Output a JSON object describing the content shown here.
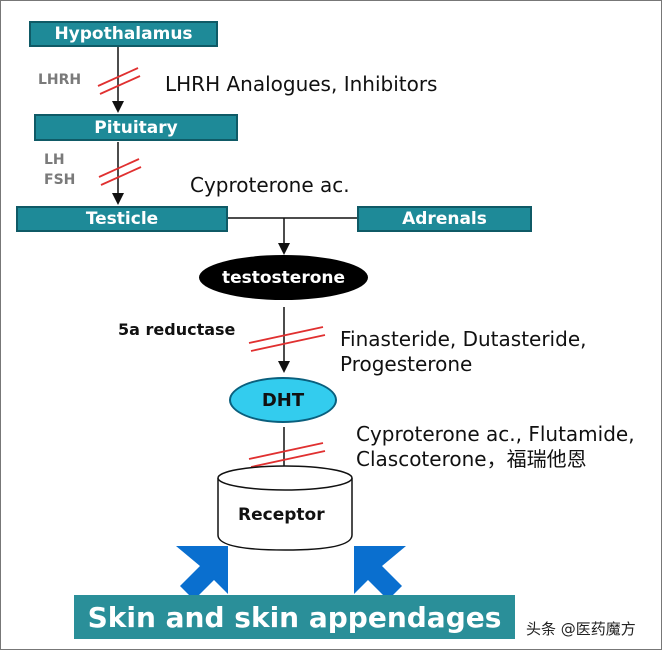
{
  "nodes": {
    "hypothalamus": "Hypothalamus",
    "pituitary": "Pituitary",
    "testicle": "Testicle",
    "adrenals": "Adrenals",
    "testosterone": "testosterone",
    "dht": "DHT",
    "receptor": "Receptor",
    "skin": "Skin and skin appendages"
  },
  "hormones": {
    "lhrh": "LHRH",
    "lh": "LH",
    "fsh": "FSH"
  },
  "enzyme": "5a reductase",
  "drugs": {
    "lhrh_drugs": "LHRH Analogues, Inhibitors",
    "cyproterone": "Cyproterone ac.",
    "reductase_line1": "Finasteride, Dutasteride,",
    "reductase_line2": "Progesterone",
    "receptor_line1": "Cyproterone ac., Flutamide,",
    "receptor_line2": "Clascoterone，福瑞他恩"
  },
  "watermark": "头条 @医药魔方",
  "colors": {
    "box": "#1e8a98",
    "dht_fill": "#33ccee",
    "block_marks": "#e03030",
    "arrows_blue": "#0a6fcf"
  }
}
